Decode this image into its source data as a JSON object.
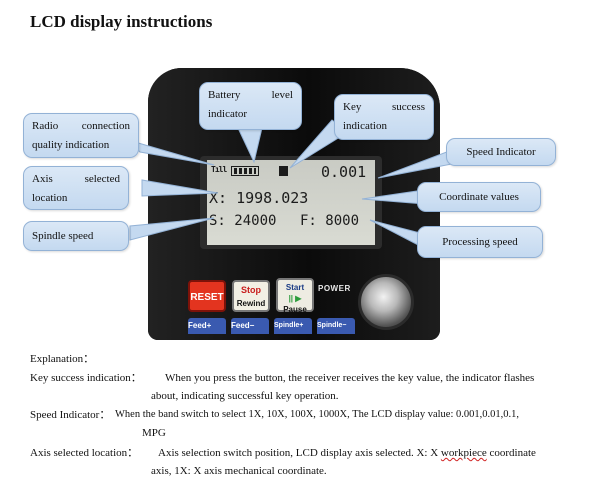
{
  "title": "LCD display instructions",
  "lcd": {
    "signal": "Tıll",
    "speed_value": "0.001",
    "coordinate": "X: 1998.023",
    "spindle": "S: 24000",
    "feed": "F: 8000"
  },
  "buttons": {
    "reset": "RESET",
    "stop": "Stop",
    "rewind": "Rewind",
    "start": "Start",
    "play": "|| ▶",
    "pause": "Pause",
    "power": "POWER",
    "feed_plus": "Feed+",
    "feed_minus": "Feed−",
    "spindle_plus": "Spindle+",
    "spindle_minus": "Spindle−"
  },
  "callouts": {
    "battery_line1": "Battery level",
    "battery_line2": "indicator",
    "key_line1": "Key success",
    "key_line2": "indication",
    "radio_line1": "Radio connection",
    "radio_line2": "quality indication",
    "speed_indicator": "Speed Indicator",
    "axis_line1": "Axis selected",
    "axis_line2": "location",
    "coordinate_values": "Coordinate values",
    "spindle_speed": "Spindle speed",
    "processing_speed": "Processing speed"
  },
  "explanation": {
    "heading": "Explanation：",
    "key_label": "Key success indication：",
    "key_text1": "When you press the button, the receiver receives the key value, the indicator flashes",
    "key_text2": "about, indicating successful key operation.",
    "speed_label": "Speed Indicator：",
    "speed_text1": "When the band switch to select 1X, 10X, 100X, 1000X, The LCD display value: 0.001,0.01,0.1,",
    "speed_text2": "MPG",
    "axis_label": "Axis selected location：",
    "axis_text1a": "Axis selection switch position, LCD display axis selected. X: X ",
    "axis_text1b": "workpiece",
    "axis_text1c": " coordinate",
    "axis_text2": "axis, 1X: X axis mechanical coordinate."
  }
}
